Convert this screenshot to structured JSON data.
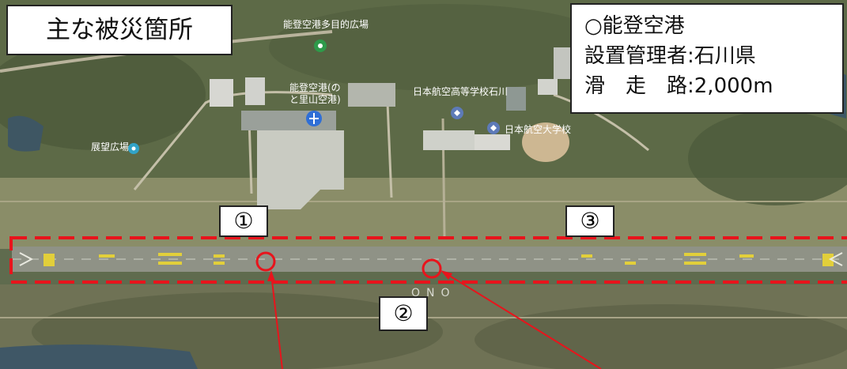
{
  "title": "主な被災箇所",
  "airport_info": {
    "name": "○能登空港",
    "manager": "設置管理者:石川県",
    "runway": "滑　走　路:2,000m"
  },
  "markers": [
    "①",
    "②",
    "③"
  ],
  "map_labels": {
    "plaza": "能登空港多目的広場",
    "terminal_1": "能登空港(の",
    "terminal_2": "と里山空港)",
    "highschool": "日本航空高等学校石川",
    "university": "日本航空大学校",
    "observation": "展望広場",
    "runway_text": "ONO"
  },
  "colors": {
    "highlight_dash": "#e8141c",
    "circle": "#e8141c",
    "arrow": "#e8141c",
    "runway": "#8f9286",
    "runway_marking": "#e2cf3a"
  },
  "icons": [
    "map-pin-icon",
    "airport-icon",
    "school-icon"
  ]
}
